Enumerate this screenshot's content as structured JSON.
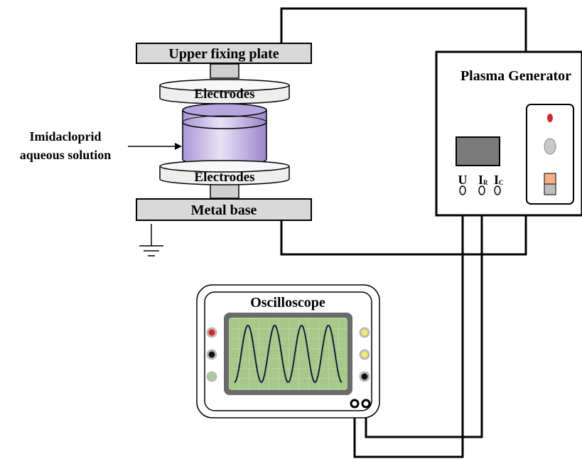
{
  "labels": {
    "upper_plate": "Upper fixing plate",
    "electrode_top": "Electrodes",
    "electrode_bottom": "Electrodes",
    "metal_base": "Metal base",
    "solution_line1": "Imidacloprid",
    "solution_line2": "aqueous solution",
    "generator": "Plasma Generator",
    "oscilloscope": "Oscilloscope"
  },
  "terminals": {
    "u": "U",
    "ir_main": "I",
    "ir_sub": "R",
    "ic_main": "I",
    "ic_sub": "C"
  },
  "colors": {
    "plate": "#d9d9d9",
    "electrode": "#eeeeee",
    "solution": "#c9bde6",
    "solution_top": "#a78fd0",
    "screen_bezel": "#6b6b6b",
    "screen": "#a6c98a",
    "trace": "#10203a",
    "led_red": "#d0282a",
    "led_yellow": "#f2ee6a",
    "led_green": "#a9d18e",
    "switch_orange": "#f4b183",
    "switch_gray": "#bfbfbf"
  },
  "icons": {
    "ground": "ground-symbol-icon",
    "arrow": "arrow-right-icon"
  }
}
